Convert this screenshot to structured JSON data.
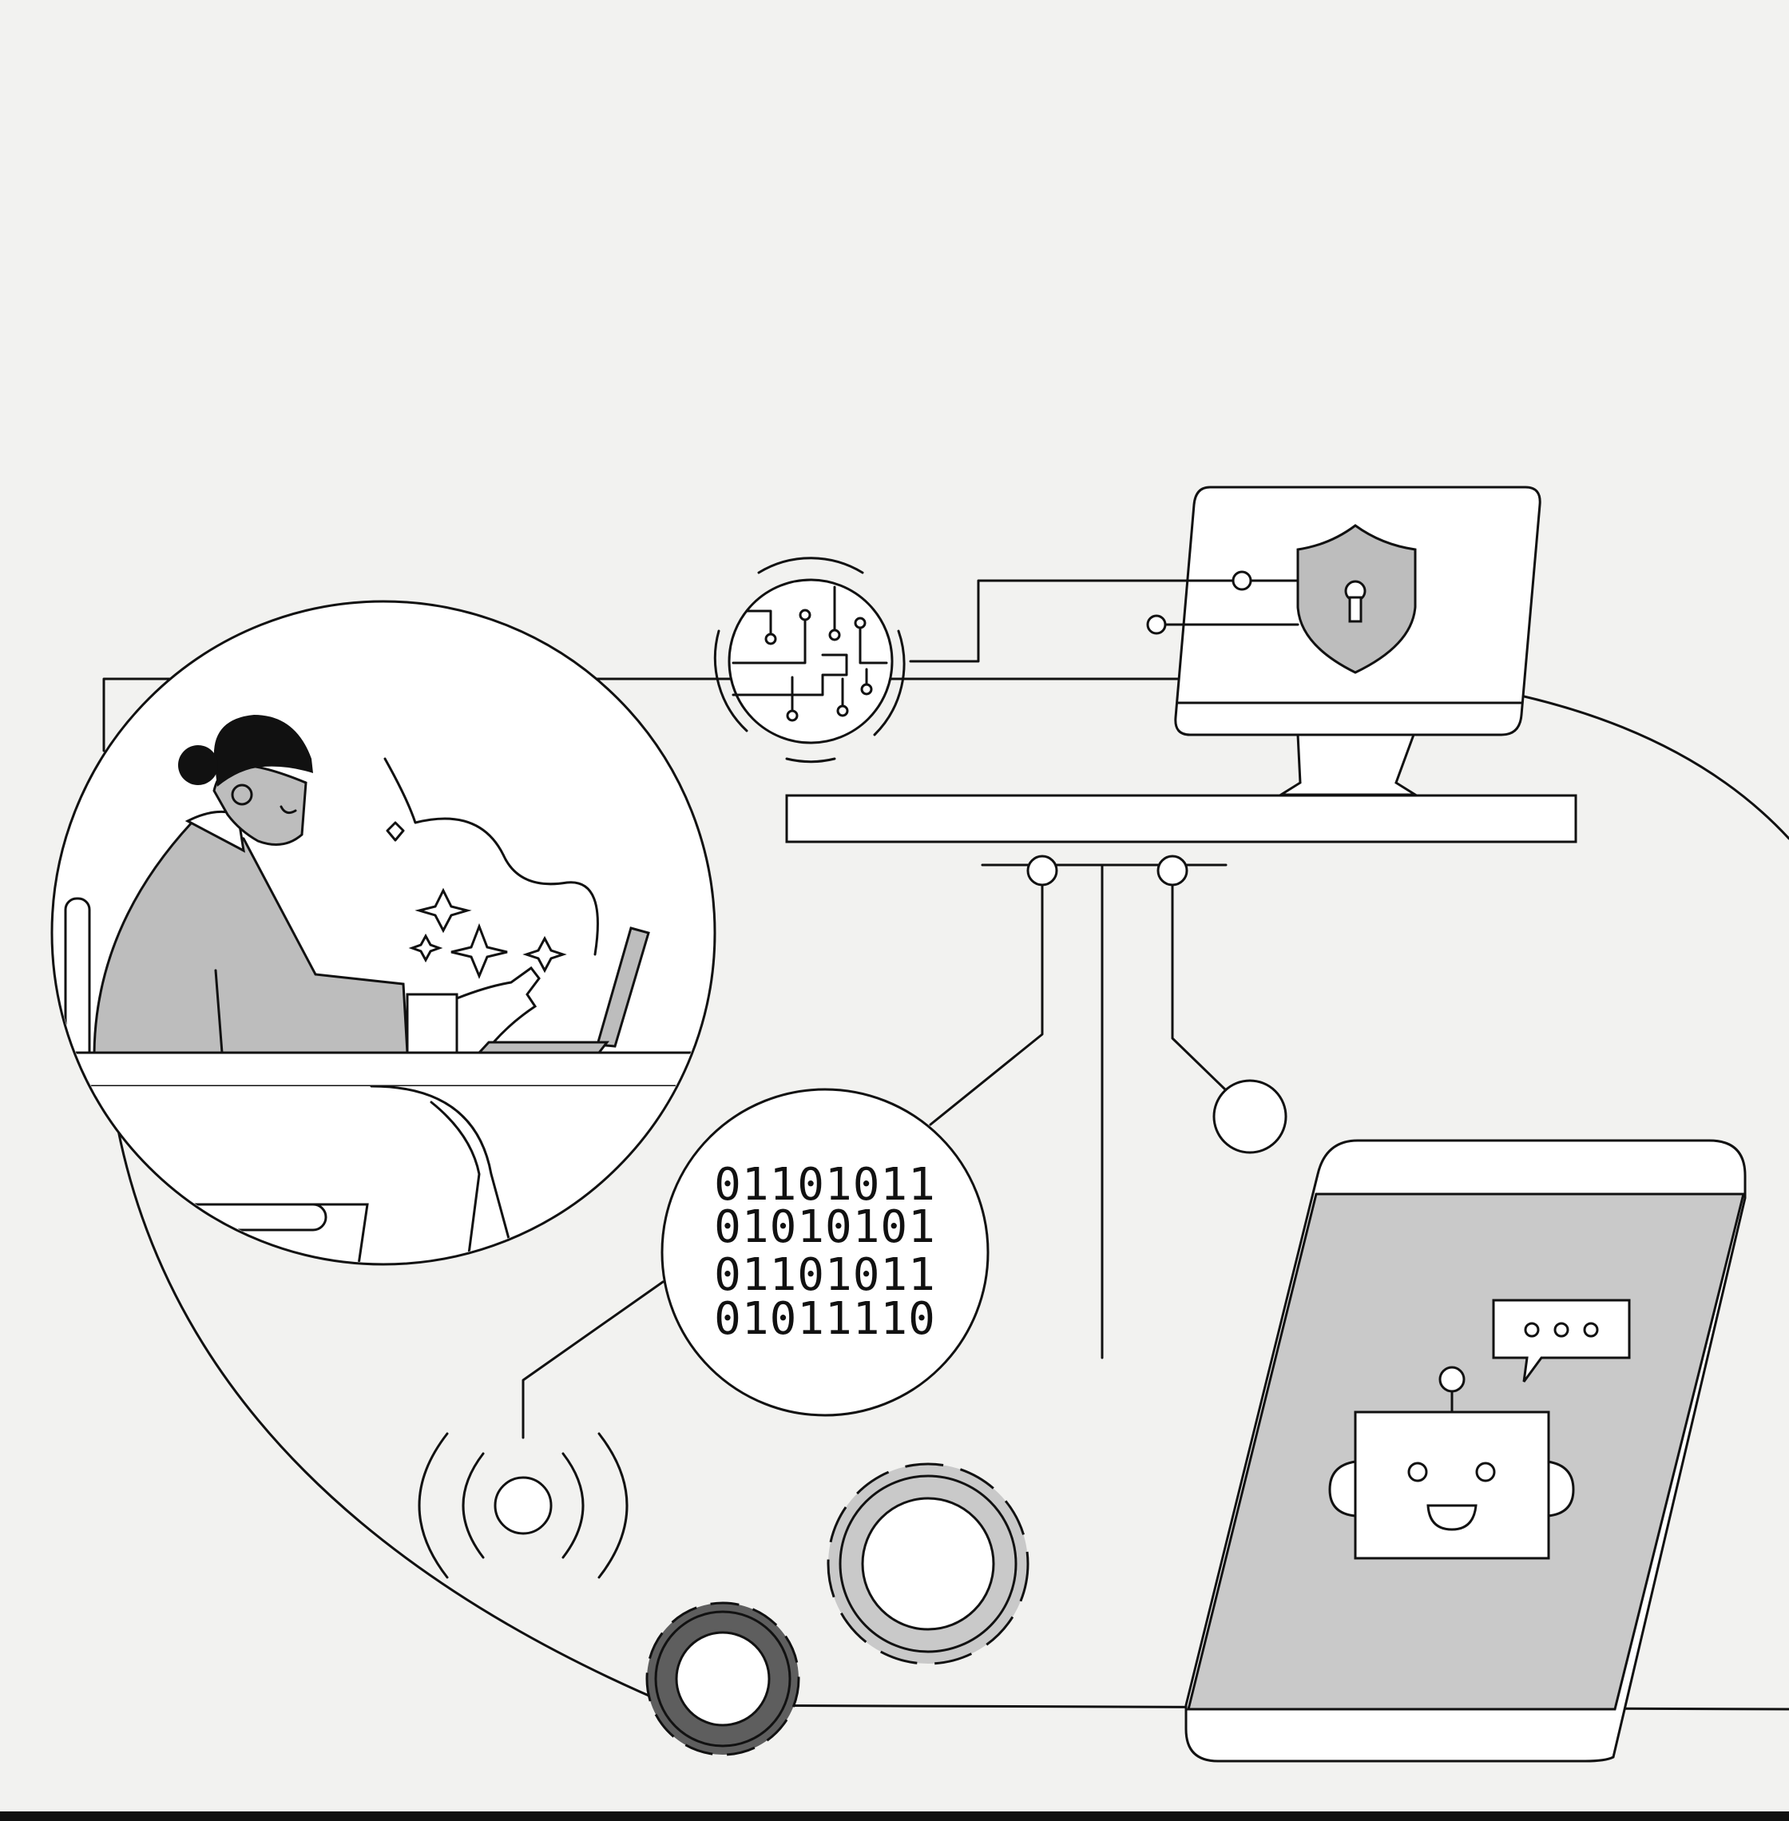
{
  "binary_panel": {
    "lines": [
      "01101011",
      "01010101",
      "01101011",
      "01011110"
    ]
  },
  "colors": {
    "background": "#f2f2f0",
    "line": "#111111",
    "white": "#ffffff",
    "light_gray": "#c9c9c9",
    "mid_gray": "#bdbdbd",
    "dark_gray": "#5e5e5e"
  },
  "icons": [
    "person-with-laptop-icon",
    "circuit-chip-icon",
    "shield-lock-icon",
    "monitor-icon",
    "binary-code-icon",
    "wireless-signal-icon",
    "gear-icon",
    "robot-chatbot-icon",
    "speech-bubble-icon",
    "smartphone-icon"
  ]
}
